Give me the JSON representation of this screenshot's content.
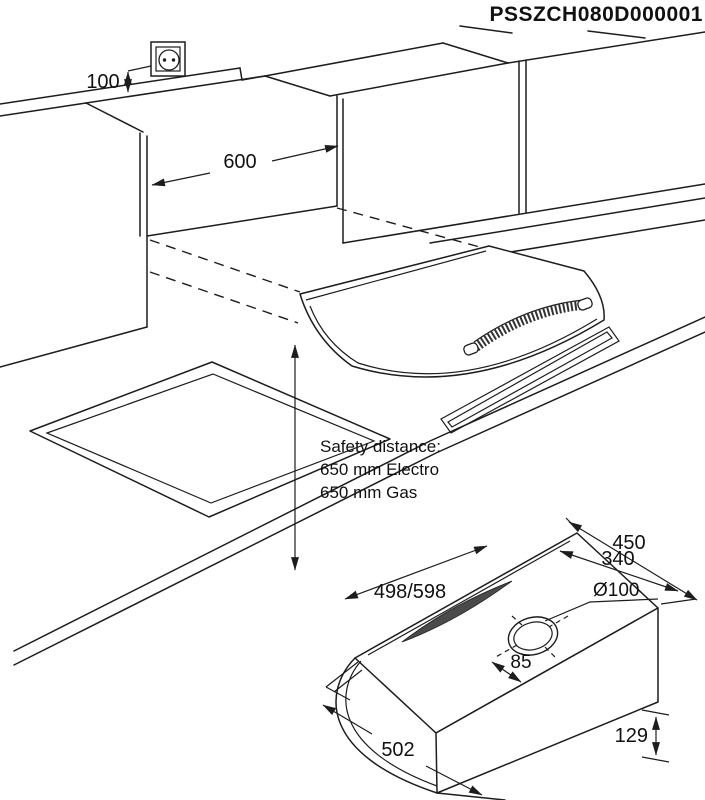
{
  "title": {
    "model_number": "PSSZCH080D000001"
  },
  "installation": {
    "socket_height": "100",
    "opening_width": "600",
    "safety": {
      "title": "Safety distance:",
      "electro": "650 mm Electro",
      "gas": "650 mm Gas"
    }
  },
  "hood_dims": {
    "depth_top": "450",
    "duct_from_back": "340",
    "width_top": "498/598",
    "duct_diameter": "Ø100",
    "duct_offset": "85",
    "width_bottom": "502",
    "height_front": "129"
  },
  "colors": {
    "background": "#ffffff",
    "line": "#1d1d1d",
    "vent_slot": "#4a4a4a"
  }
}
